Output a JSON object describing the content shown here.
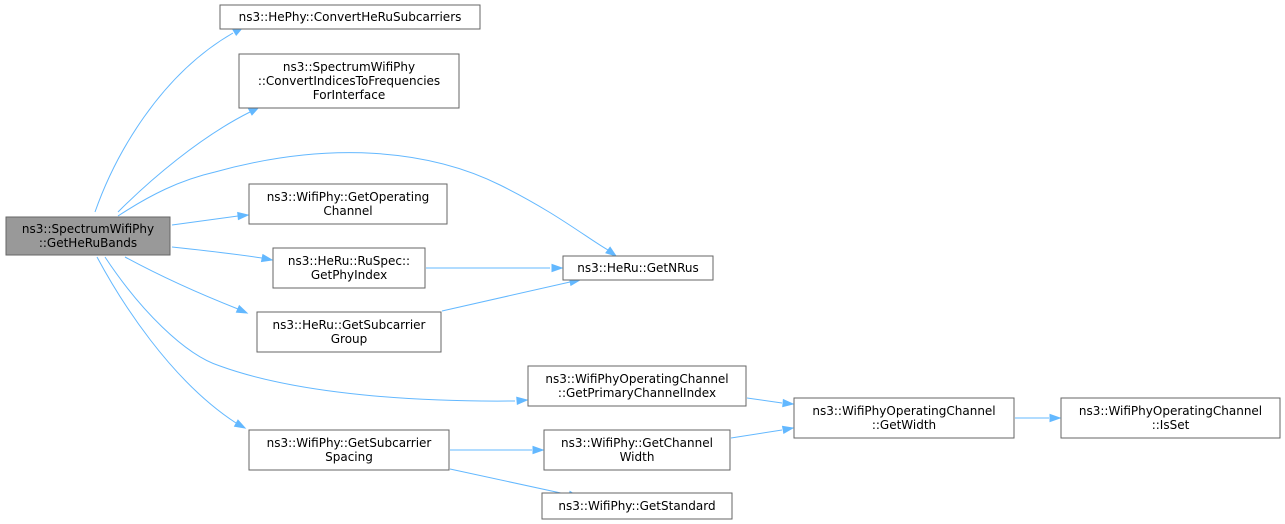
{
  "diagram": {
    "nodes": [
      {
        "id": "root",
        "lines": [
          "ns3::SpectrumWifiPhy",
          "::GetHeRuBands"
        ],
        "highlighted": true
      },
      {
        "id": "convert-he-ru-subcarriers",
        "lines": [
          "ns3::HePhy::ConvertHeRuSubcarriers"
        ]
      },
      {
        "id": "convert-indices-to-frequencies",
        "lines": [
          "ns3::SpectrumWifiPhy",
          "::ConvertIndicesToFrequencies",
          "ForInterface"
        ]
      },
      {
        "id": "get-operating-channel",
        "lines": [
          "ns3::WifiPhy::GetOperating",
          "Channel"
        ]
      },
      {
        "id": "get-phy-index",
        "lines": [
          "ns3::HeRu::RuSpec::",
          "GetPhyIndex"
        ]
      },
      {
        "id": "get-n-rus",
        "lines": [
          "ns3::HeRu::GetNRus"
        ]
      },
      {
        "id": "get-subcarrier-group",
        "lines": [
          "ns3::HeRu::GetSubcarrier",
          "Group"
        ]
      },
      {
        "id": "get-primary-channel-index",
        "lines": [
          "ns3::WifiPhyOperatingChannel",
          "::GetPrimaryChannelIndex"
        ]
      },
      {
        "id": "get-width",
        "lines": [
          "ns3::WifiPhyOperatingChannel",
          "::GetWidth"
        ]
      },
      {
        "id": "is-set",
        "lines": [
          "ns3::WifiPhyOperatingChannel",
          "::IsSet"
        ]
      },
      {
        "id": "get-subcarrier-spacing",
        "lines": [
          "ns3::WifiPhy::GetSubcarrier",
          "Spacing"
        ]
      },
      {
        "id": "get-channel-width",
        "lines": [
          "ns3::WifiPhy::GetChannel",
          "Width"
        ]
      },
      {
        "id": "get-standard",
        "lines": [
          "ns3::WifiPhy::GetStandard"
        ]
      }
    ],
    "edges": [
      {
        "from": "root",
        "to": "convert-he-ru-subcarriers"
      },
      {
        "from": "root",
        "to": "convert-indices-to-frequencies"
      },
      {
        "from": "root",
        "to": "get-n-rus"
      },
      {
        "from": "root",
        "to": "get-operating-channel"
      },
      {
        "from": "root",
        "to": "get-phy-index"
      },
      {
        "from": "root",
        "to": "get-subcarrier-group"
      },
      {
        "from": "root",
        "to": "get-primary-channel-index"
      },
      {
        "from": "root",
        "to": "get-subcarrier-spacing"
      },
      {
        "from": "get-phy-index",
        "to": "get-n-rus"
      },
      {
        "from": "get-subcarrier-group",
        "to": "get-n-rus"
      },
      {
        "from": "get-primary-channel-index",
        "to": "get-width"
      },
      {
        "from": "get-width",
        "to": "is-set"
      },
      {
        "from": "get-subcarrier-spacing",
        "to": "get-channel-width"
      },
      {
        "from": "get-subcarrier-spacing",
        "to": "get-standard"
      },
      {
        "from": "get-channel-width",
        "to": "get-width"
      }
    ],
    "colors": {
      "edge": "#63b8ff",
      "node_border": "#666666",
      "root_fill": "#999999",
      "node_fill": "#ffffff"
    }
  }
}
